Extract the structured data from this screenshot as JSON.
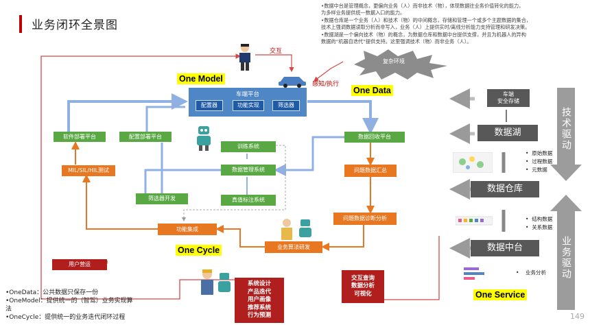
{
  "title": "业务闭环全景图",
  "notes": [
    "•数据中台是管理概念，更偏向业务（人）而非技术（物），体现数据往业务价值转化的能力，",
    "为多样业务提供统一数据入口的能力。",
    "•数据仓库是一个业务（人）和技术（物）的中间概念，存储和管理一个或多个主题数据的集合，",
    "技术上强调数据读取分析而非写入，业务（人）上提供实时/离线分析能力支持管理和研发决策。",
    "•数据湖是一个偏向技术（物）的概念，为数据仓库和数据中台提供支撑，并且为机器人的异构",
    "数据的“机器自迭代”提供支持。这里强调技术（物）而非业务（人）。"
  ],
  "labels": {
    "one_model": "One Model",
    "one_data": "One Data",
    "one_cycle": "One Cycle",
    "one_service": "One Service",
    "interact": "交互",
    "perceive_execute": "感知/执行",
    "complex_env": "复杂环境"
  },
  "vehicle_platform": {
    "title": "车端平台",
    "items": [
      "配置器",
      "功能实现",
      "筛选器"
    ]
  },
  "boxes": {
    "software_deploy": "软件部署平台",
    "config_deploy": "配置部署平台",
    "mil_test": "MIL/SIL/HIL测试",
    "filter_dev": "筛选器开发",
    "training": "训练系统",
    "data_mgmt": "数据管理系统",
    "truth_label": "真值标注系统",
    "data_recovery": "数据回收平台",
    "issue_summary": "问题数据汇总",
    "issue_diagnosis": "问题数据诊断分析",
    "func_integration": "功能集成",
    "algo_dev": "业务算法研发",
    "user_ops": "用户营运"
  },
  "system_design": [
    "系统设计",
    "产品迭代",
    "用户画像",
    "推荐系统",
    "行为预测"
  ],
  "interactive_query": [
    "交互查询",
    "数据分析",
    "可视化"
  ],
  "stack": {
    "vehicle_storage": [
      "车端",
      "安全存储"
    ],
    "data_lake": "数据湖",
    "lake_items": [
      "原始数据",
      "过程数据",
      "元数据"
    ],
    "data_warehouse": "数据仓库",
    "warehouse_items": [
      "结构数据",
      "关系数据"
    ],
    "data_platform": "数据中台",
    "platform_items": [
      "业务分析"
    ],
    "tech_driven": "技术驱动",
    "biz_driven": "业务驱动"
  },
  "bottom_notes": [
    "•OneData：公共数据只保存一份",
    "•OneModel：提供统一的（智驾）业务实现算",
    "法",
    "•OneCycle：提供统一的业务迭代闭环过程"
  ],
  "page_number": "149",
  "colors": {
    "green": "#5aa844",
    "orange": "#e87722",
    "dark_red": "#b01e1e",
    "blue": "#4f86c6",
    "arrow_red": "#d94646",
    "arrow_blue": "#8fb0e0",
    "arrow_orange": "#e87722",
    "arrow_gray": "#b5b5b5",
    "highlight": "#ffff00"
  }
}
